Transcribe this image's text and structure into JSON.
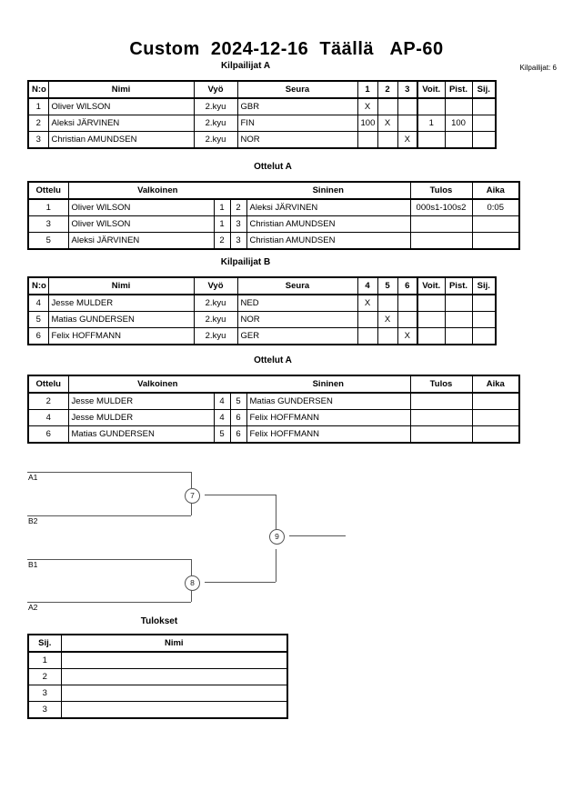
{
  "header": {
    "title": "Custom  2024-12-16  Täällä   AP-60",
    "entrants_label": "Kilpailijat: 6"
  },
  "pool_a": {
    "caption": "Kilpailijat A",
    "columns": [
      "N:o",
      "Nimi",
      "Vyö",
      "Seura",
      "1",
      "2",
      "3",
      "Voit.",
      "Pist.",
      "Sij."
    ],
    "rows": [
      {
        "no": "1",
        "name": "Oliver WILSON",
        "belt": "2.kyu",
        "club": "GBR",
        "m1": "X",
        "m2": "",
        "m3": "",
        "wins": "",
        "points": "",
        "rank": ""
      },
      {
        "no": "2",
        "name": "Aleksi JÄRVINEN",
        "belt": "2.kyu",
        "club": "FIN",
        "m1": "100",
        "m2": "X",
        "m3": "",
        "wins": "1",
        "points": "100",
        "rank": ""
      },
      {
        "no": "3",
        "name": "Christian AMUNDSEN",
        "belt": "2.kyu",
        "club": "NOR",
        "m1": "",
        "m2": "",
        "m3": "X",
        "wins": "",
        "points": "",
        "rank": ""
      }
    ]
  },
  "matches_a": {
    "caption": "Ottelut A",
    "columns": [
      "Ottelu",
      "Valkoinen",
      "",
      "",
      "Sininen",
      "Tulos",
      "Aika"
    ],
    "rows": [
      {
        "match": "1",
        "white": "Oliver WILSON",
        "wn": "1",
        "bn": "2",
        "blue": "Aleksi JÄRVINEN",
        "blue_bold": true,
        "white_bold": false,
        "result": "000s1-100s2",
        "time": "0:05"
      },
      {
        "match": "3",
        "white": "Oliver WILSON",
        "wn": "1",
        "bn": "3",
        "blue": "Christian AMUNDSEN",
        "blue_bold": false,
        "white_bold": false,
        "result": "",
        "time": ""
      },
      {
        "match": "5",
        "white": "Aleksi JÄRVINEN",
        "wn": "2",
        "bn": "3",
        "blue": "Christian AMUNDSEN",
        "blue_bold": false,
        "white_bold": false,
        "result": "",
        "time": ""
      }
    ]
  },
  "pool_b": {
    "caption": "Kilpailijat B",
    "columns": [
      "N:o",
      "Nimi",
      "Vyö",
      "Seura",
      "4",
      "5",
      "6",
      "Voit.",
      "Pist.",
      "Sij."
    ],
    "rows": [
      {
        "no": "4",
        "name": "Jesse MULDER",
        "belt": "2.kyu",
        "club": "NED",
        "m1": "X",
        "m2": "",
        "m3": "",
        "wins": "",
        "points": "",
        "rank": ""
      },
      {
        "no": "5",
        "name": "Matias GUNDERSEN",
        "belt": "2.kyu",
        "club": "NOR",
        "m1": "",
        "m2": "X",
        "m3": "",
        "wins": "",
        "points": "",
        "rank": ""
      },
      {
        "no": "6",
        "name": "Felix HOFFMANN",
        "belt": "2.kyu",
        "club": "GER",
        "m1": "",
        "m2": "",
        "m3": "X",
        "wins": "",
        "points": "",
        "rank": ""
      }
    ]
  },
  "matches_b": {
    "caption": "Ottelut A",
    "columns": [
      "Ottelu",
      "Valkoinen",
      "",
      "",
      "Sininen",
      "Tulos",
      "Aika"
    ],
    "rows": [
      {
        "match": "2",
        "white": "Jesse MULDER",
        "wn": "4",
        "bn": "5",
        "blue": "Matias GUNDERSEN",
        "blue_bold": false,
        "white_bold": false,
        "result": "",
        "time": ""
      },
      {
        "match": "4",
        "white": "Jesse MULDER",
        "wn": "4",
        "bn": "6",
        "blue": "Felix HOFFMANN",
        "blue_bold": false,
        "white_bold": false,
        "result": "",
        "time": ""
      },
      {
        "match": "6",
        "white": "Matias GUNDERSEN",
        "wn": "5",
        "bn": "6",
        "blue": "Felix HOFFMANN",
        "blue_bold": false,
        "white_bold": false,
        "result": "",
        "time": ""
      }
    ]
  },
  "bracket": {
    "slots": [
      "A1",
      "B2",
      "B1",
      "A2"
    ],
    "nodes": [
      "7",
      "8",
      "9"
    ]
  },
  "results": {
    "caption": "Tulokset",
    "columns": [
      "Sij.",
      "Nimi"
    ],
    "rows": [
      {
        "place": "1",
        "name": ""
      },
      {
        "place": "2",
        "name": ""
      },
      {
        "place": "3",
        "name": ""
      },
      {
        "place": "3",
        "name": ""
      }
    ]
  }
}
